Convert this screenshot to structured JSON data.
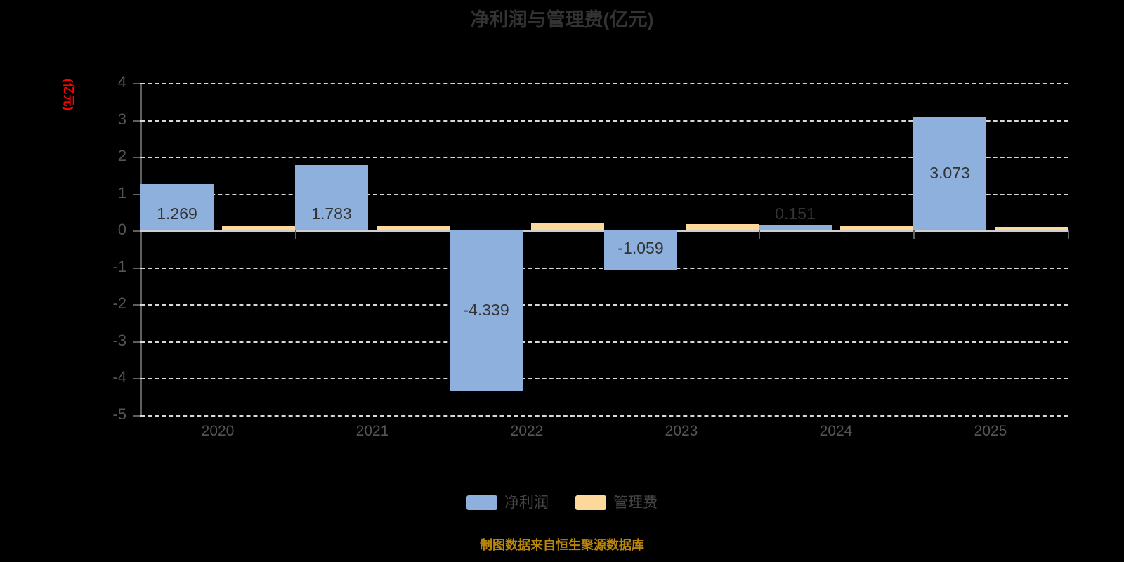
{
  "chart_data": {
    "type": "bar",
    "title": "净利润与管理费(亿元)",
    "xlabel": "",
    "ylabel": "(亿元)",
    "ylim": [
      -5,
      4
    ],
    "yticks": [
      4,
      3,
      2,
      1,
      0,
      -1,
      -2,
      -3,
      -4,
      -5
    ],
    "ytick_labels": [
      "4",
      "3",
      "2",
      "1",
      "0",
      "-1",
      "-2",
      "-3",
      "-4",
      "-5"
    ],
    "grid": true,
    "legend_position": "bottom",
    "categories": [
      "2020",
      "2021",
      "2022",
      "2023",
      "2024",
      "2025"
    ],
    "series": [
      {
        "name": "净利润",
        "color": "#8db0dd",
        "values": [
          1.269,
          1.783,
          -4.339,
          -1.059,
          0.151,
          3.073
        ],
        "labels": [
          "1.269",
          "1.783",
          "-4.339",
          "-1.059",
          "0.151",
          "3.073"
        ]
      },
      {
        "name": "管理费",
        "color": "#fcd89a",
        "values": [
          0.11,
          0.14,
          0.19,
          0.17,
          0.12,
          0.09
        ],
        "labels": [
          "",
          "",
          "",
          "",
          "",
          ""
        ]
      }
    ],
    "footnote": "制图数据来自恒生聚源数据库",
    "colors": {
      "background": "#000000",
      "title": "#333333",
      "axis": "#606060",
      "grid": "#d8d8d8",
      "tick_label": "#555555",
      "unit_label": "#ff0000",
      "footnote": "#b8860b"
    }
  }
}
